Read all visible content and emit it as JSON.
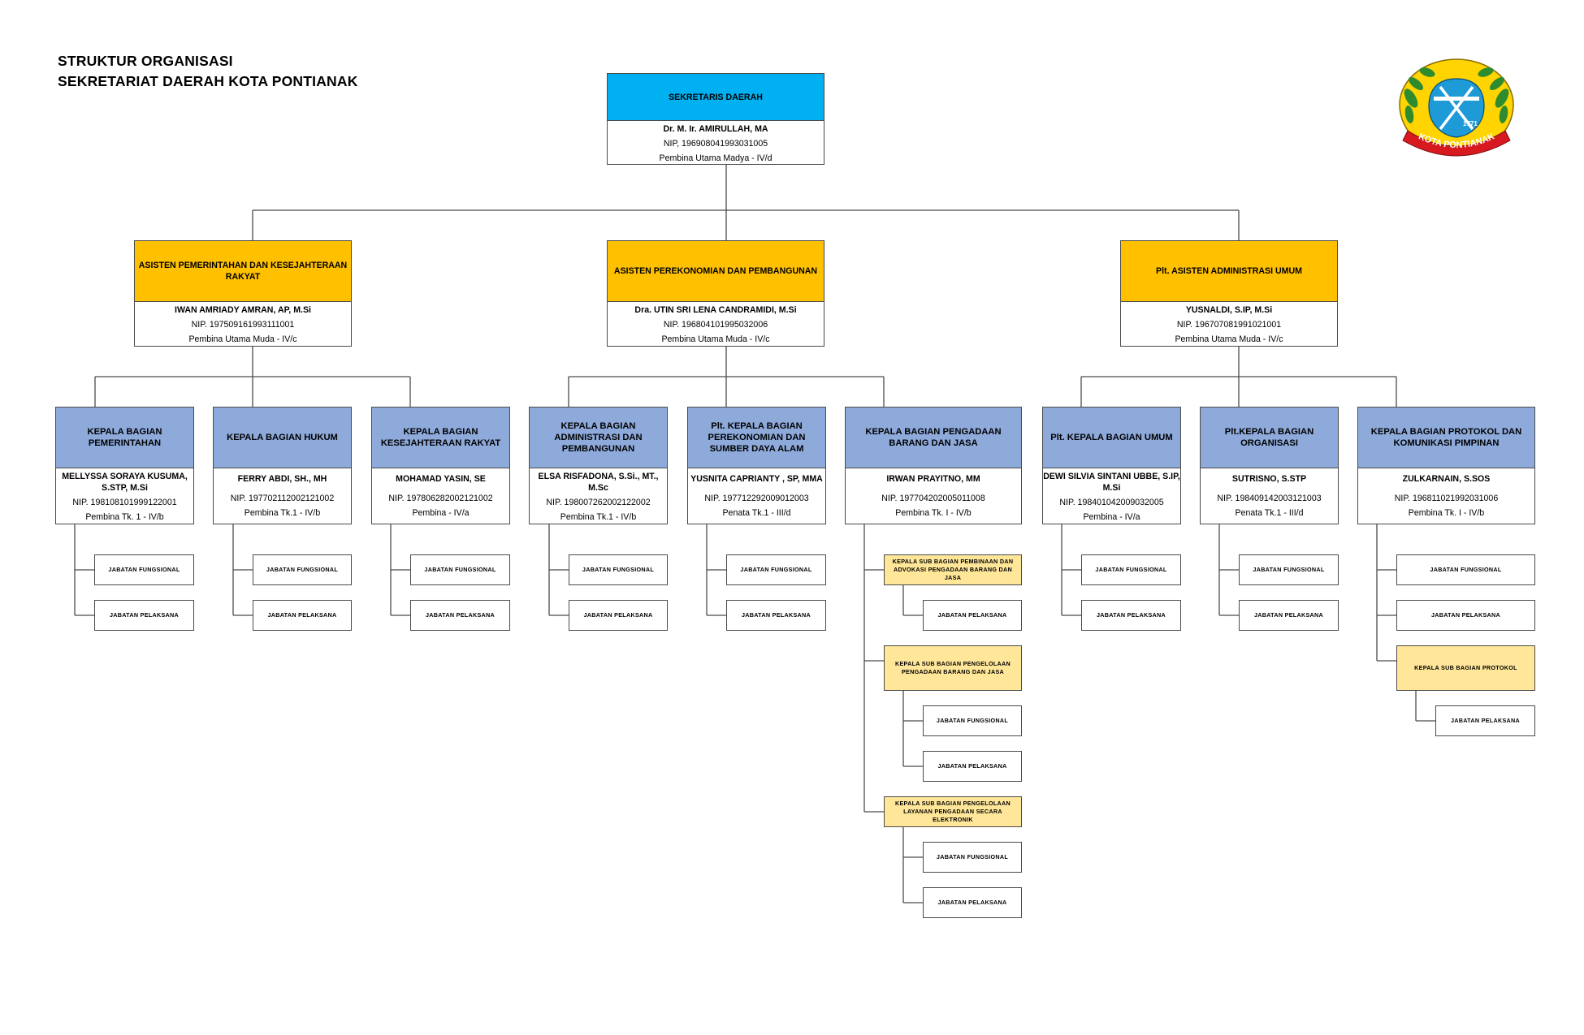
{
  "header": {
    "title_line1": "STRUKTUR ORGANISASI",
    "title_line2": "SEKRETARIAT DAERAH KOTA PONTIANAK"
  },
  "logo": {
    "text": "KOTA PONTIANAK",
    "year": "1771"
  },
  "colors": {
    "top_header": "#00b0f0",
    "assistant_header": "#ffc000",
    "bagian_header": "#8eaadb",
    "subbagian_fill": "#ffe699",
    "line": "#4a4a4a"
  },
  "sekda": {
    "title": "SEKRETARIS DAERAH",
    "name": "Dr. M. Ir. AMIRULLAH, MA",
    "nip": "NIP, 196908041993031005",
    "rank": "Pembina Utama Madya - IV/d"
  },
  "assistants": [
    {
      "title": "ASISTEN PEMERINTAHAN DAN KESEJAHTERAAN RAKYAT",
      "name": "IWAN AMRIADY AMRAN, AP, M.Si",
      "nip": "NIP. 197509161993111001",
      "rank": "Pembina Utama Muda - IV/c"
    },
    {
      "title": "ASISTEN PEREKONOMIAN DAN PEMBANGUNAN",
      "name": "Dra. UTIN SRI LENA CANDRAMIDI, M.Si",
      "nip": "NIP. 196804101995032006",
      "rank": "Pembina Utama Muda - IV/c"
    },
    {
      "title": "Plt. ASISTEN ADMINISTRASI UMUM",
      "name": "YUSNALDI, S.IP, M.Si",
      "nip": "NIP. 196707081991021001",
      "rank": "Pembina Utama Muda - IV/c"
    }
  ],
  "bagian": [
    {
      "title": "KEPALA BAGIAN PEMERINTAHAN",
      "name": "MELLYSSA SORAYA KUSUMA, S.STP, M.Si",
      "nip": "NIP. 198108101999122001",
      "rank": "Pembina Tk. 1 - IV/b"
    },
    {
      "title": "KEPALA BAGIAN HUKUM",
      "name": "FERRY ABDI, SH., MH",
      "nip": "NIP. 197702112002121002",
      "rank": "Pembina Tk.1 - IV/b"
    },
    {
      "title": "KEPALA BAGIAN KESEJAHTERAAN RAKYAT",
      "name": "MOHAMAD YASIN, SE",
      "nip": "NIP. 197806282002121002",
      "rank": "Pembina - IV/a"
    },
    {
      "title": "KEPALA BAGIAN ADMINISTRASI DAN PEMBANGUNAN",
      "name": "ELSA RISFADONA, S.Si., MT., M.Sc",
      "nip": "NIP. 198007262002122002",
      "rank": "Pembina Tk.1 - IV/b"
    },
    {
      "title": "Plt. KEPALA BAGIAN PEREKONOMIAN DAN SUMBER DAYA ALAM",
      "name": "YUSNITA CAPRIANTY , SP, MMA",
      "nip": "NIP. 197712292009012003",
      "rank": "Penata Tk.1 - III/d"
    },
    {
      "title": "KEPALA BAGIAN PENGADAAN BARANG DAN JASA",
      "name": "IRWAN PRAYITNO, MM",
      "nip": "NIP. 197704202005011008",
      "rank": "Pembina Tk. I - IV/b"
    },
    {
      "title": "Plt. KEPALA BAGIAN UMUM",
      "name": "DEWI SILVIA SINTANI UBBE, S.IP, M.Si",
      "nip": "NIP. 198401042009032005",
      "rank": "Pembina - IV/a"
    },
    {
      "title": "Plt.KEPALA BAGIAN ORGANISASI",
      "name": "SUTRISNO, S.STP",
      "nip": "NIP. 198409142003121003",
      "rank": "Penata Tk.1 - III/d"
    },
    {
      "title": "KEPALA BAGIAN PROTOKOL DAN KOMUNIKASI PIMPINAN",
      "name": "ZULKARNAIN, S.SOS",
      "nip": "NIP. 196811021992031006",
      "rank": "Pembina Tk. I - IV/b"
    }
  ],
  "labels": {
    "fungsional": "JABATAN FUNGSIONAL",
    "pelaksana": "JABATAN PELAKSANA"
  },
  "subbagian": {
    "pbj1": "KEPALA SUB BAGIAN PEMBINAAN DAN ADVOKASI PENGADAAN BARANG DAN JASA",
    "pbj2": "KEPALA SUB BAGIAN PENGELOLAAN PENGADAAN BARANG DAN JASA",
    "pbj3": "KEPALA SUB BAGIAN PENGELOLAAN LAYANAN PENGADAAN SECARA ELEKTRONIK",
    "protokol": "KEPALA SUB BAGIAN PROTOKOL"
  }
}
